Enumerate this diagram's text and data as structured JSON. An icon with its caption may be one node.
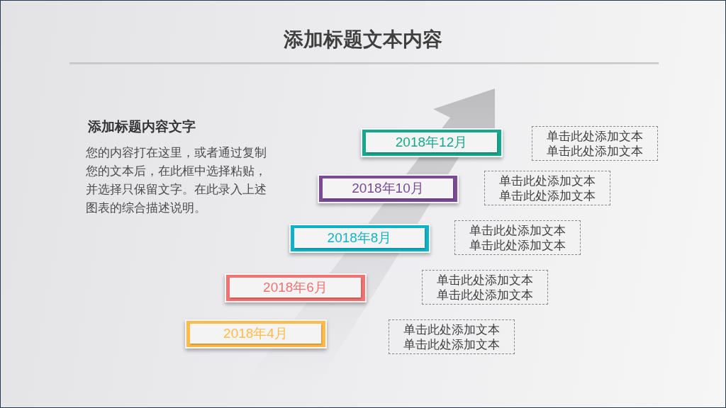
{
  "diagram": {
    "title": "添加标题文本内容",
    "nodes": [
      {
        "text": [
          "2018年12月"
        ]
      },
      {
        "text": [
          "单击此处添加文本",
          "单击此处添加文本"
        ]
      },
      {
        "text": [
          "2018年10月"
        ]
      },
      {
        "text": [
          "单击此处添加文本",
          "单击此处添加文本"
        ]
      },
      {
        "text": [
          "2018年8月"
        ]
      },
      {
        "text": [
          "单击此处添加文本",
          "单击此处添加文本"
        ]
      },
      {
        "text": [
          "2018年6月"
        ]
      },
      {
        "text": [
          "单击此处添加文本",
          "单击此处添加文本"
        ]
      },
      {
        "text": [
          "2018年4月"
        ]
      },
      {
        "text": [
          "单击此处添加文本",
          "单击此处添加文本"
        ]
      }
    ],
    "labels": [
      "添加标题内容文字",
      "您的内容打在这里，或者通过复制您的文本后，在此框中选择粘贴，并选择只保留文字。在此录入上述图表的综合描述说明。"
    ]
  }
}
